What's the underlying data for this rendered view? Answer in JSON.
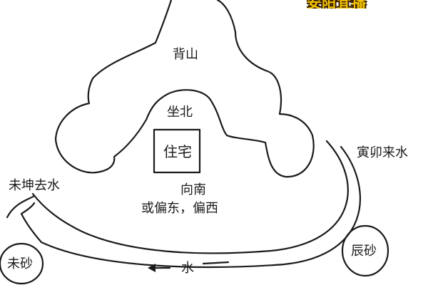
{
  "watermark": "安阳宜播",
  "labels": {
    "back_mountain": "背山",
    "sitting_north": "坐北",
    "residence": "住宅",
    "facing_south": "向南",
    "offset": "或偏东，偏西",
    "water_in": "寅卯来水",
    "water_out": "未坤去水",
    "sand_left": "未砂",
    "sand_right": "辰砂",
    "water": "水"
  },
  "colors": {
    "line": "#1a1a1a",
    "watermark_fill": "#f3c300"
  }
}
